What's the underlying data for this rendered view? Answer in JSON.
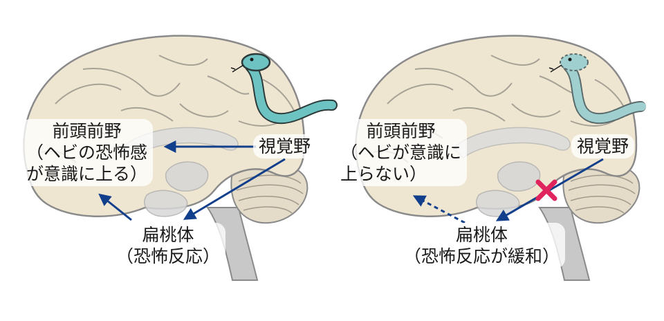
{
  "left_panel": {
    "prefrontal_label": [
      "前頭前野",
      "（ヘビの恐怖感",
      "が意識に上る）"
    ],
    "visual_label": "視覚野",
    "amygdala_label": [
      "扁桃体",
      "（恐怖反応）"
    ]
  },
  "right_panel": {
    "prefrontal_label": [
      "前頭前野",
      "（ヘビが意識に",
      "上らない）"
    ],
    "visual_label": "視覚野",
    "amygdala_label": [
      "扁桃体",
      "（恐怖反応が緩和）"
    ],
    "blocked_marker": "cross-mark-icon"
  },
  "colors": {
    "arrow": "#123f8c",
    "brain_fill": "#efe6d2",
    "brain_outline": "#8a8a8a",
    "snake": "#6cc3c2",
    "snake_faded": "#9fcfcf",
    "cross": "#e0245e",
    "brainstem": "#c8c8c8"
  }
}
